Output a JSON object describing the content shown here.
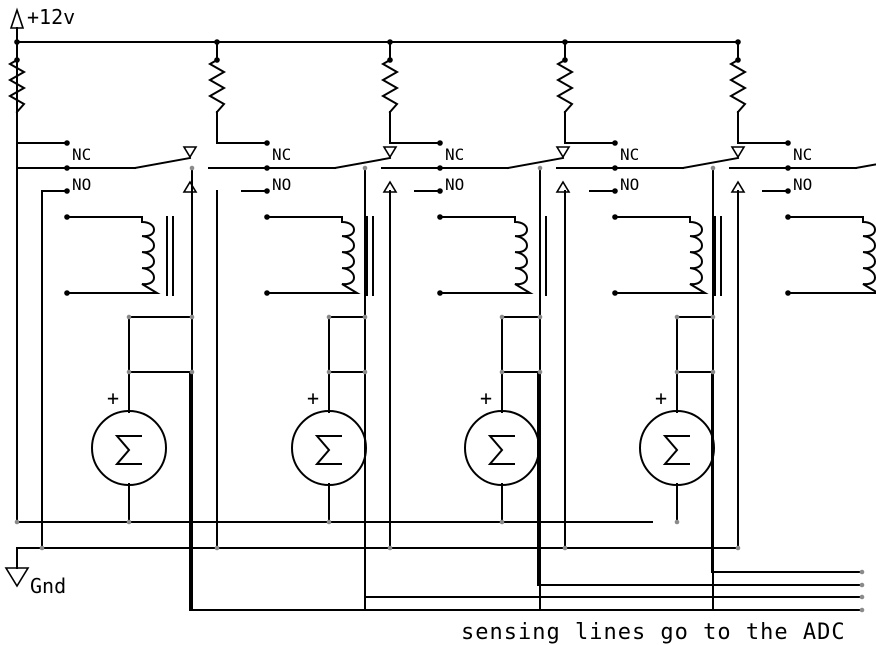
{
  "supply": {
    "label": "+12v"
  },
  "ground": {
    "label": "Gnd"
  },
  "relay_contacts": {
    "nc_label": "NC",
    "no_label": "NO"
  },
  "meter": {
    "polarity_label": "+"
  },
  "caption": "sensing lines go to the ADC",
  "channel_count": 5,
  "meter_count": 4
}
